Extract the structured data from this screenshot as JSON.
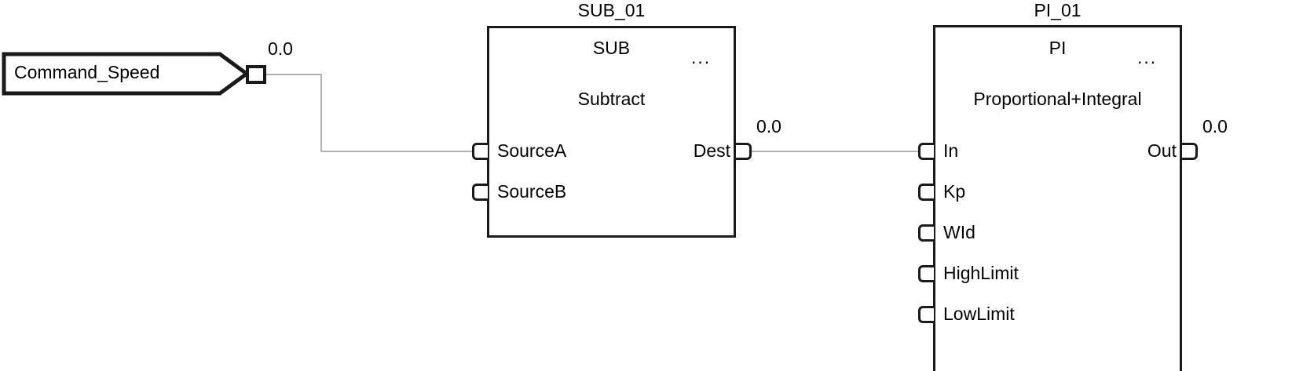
{
  "diagram": {
    "kind": "function-block-diagram",
    "background": "#ffffff",
    "line_color": "#1a1a1a",
    "wire_color": "#b0b0b0"
  },
  "input_reference": {
    "name": "Command_Speed",
    "output_value": "0.0"
  },
  "blocks": [
    {
      "instance_name": "SUB_01",
      "type": "SUB",
      "description": "Subtract",
      "more_glyph": "...",
      "inputs": [
        "SourceA",
        "SourceB"
      ],
      "outputs": [
        "Dest"
      ],
      "output_value": "0.0"
    },
    {
      "instance_name": "PI_01",
      "type": "PI",
      "description": "Proportional+Integral",
      "more_glyph": "...",
      "inputs": [
        "In",
        "Kp",
        "WId",
        "HighLimit",
        "LowLimit"
      ],
      "outputs": [
        "Out"
      ],
      "output_value": "0.0"
    }
  ],
  "wire_values": {
    "command_speed_out": "0.0",
    "sub_dest_out": "0.0",
    "pi_out": "0.0"
  }
}
